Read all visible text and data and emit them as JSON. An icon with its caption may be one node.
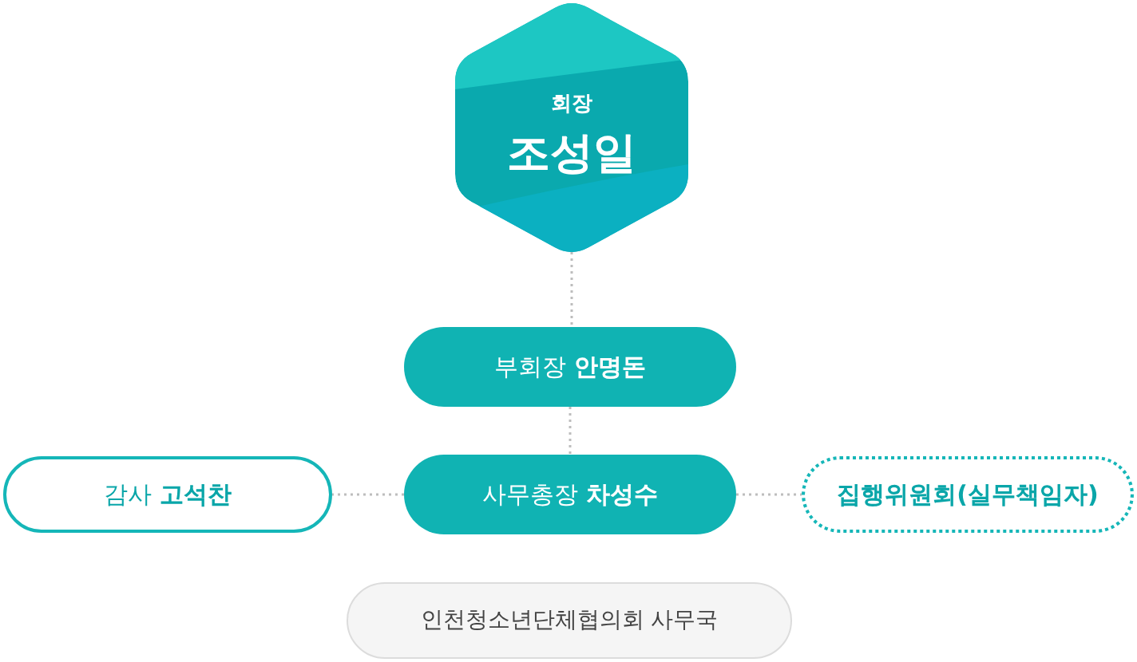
{
  "diagram": {
    "nodes": [
      {
        "text": [
          "회장",
          "조성일"
        ]
      },
      {
        "text": [
          "부회장 **안명돈**"
        ]
      },
      {
        "text": [
          "사무총장 **차성수**"
        ]
      },
      {
        "text": [
          "감사 **고석찬**"
        ]
      },
      {
        "text": [
          "집행위원회(실무책임자)"
        ]
      },
      {
        "text": [
          "인천청소년단체협의회 사무국"
        ]
      }
    ],
    "edges": [
      {
        "from": 0,
        "to": 1,
        "arrow": "none"
      },
      {
        "from": 1,
        "to": 2,
        "arrow": "none"
      },
      {
        "from": 2,
        "to": 3,
        "arrow": "none"
      },
      {
        "from": 2,
        "to": 4,
        "arrow": "none"
      }
    ]
  }
}
